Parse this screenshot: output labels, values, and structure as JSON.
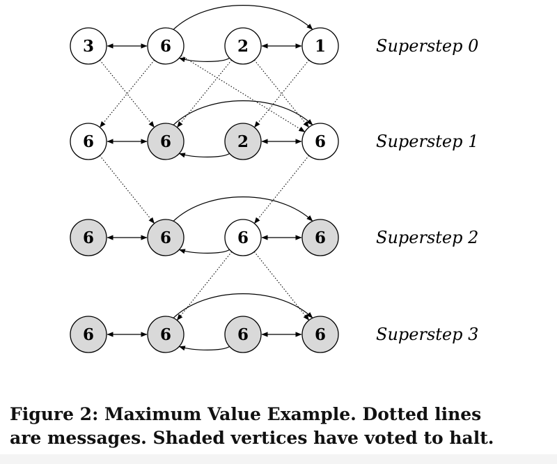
{
  "diagram": {
    "states": [
      {
        "label": "Superstep 0",
        "values": [
          "3",
          "6",
          "2",
          "1"
        ],
        "halted": [
          false,
          false,
          false,
          false
        ]
      },
      {
        "label": "Superstep 1",
        "values": [
          "6",
          "6",
          "2",
          "6"
        ],
        "halted": [
          false,
          true,
          true,
          false
        ]
      },
      {
        "label": "Superstep 2",
        "values": [
          "6",
          "6",
          "6",
          "6"
        ],
        "halted": [
          true,
          true,
          false,
          true
        ]
      },
      {
        "label": "Superstep 3",
        "values": [
          "6",
          "6",
          "6",
          "6"
        ],
        "halted": [
          true,
          true,
          true,
          true
        ]
      }
    ],
    "colors": {
      "halted_fill": "#d9d9d9",
      "active_fill": "#ffffff",
      "stroke": "#000000"
    },
    "messages": [
      [
        [
          0,
          1
        ],
        [
          1,
          0
        ],
        [
          1,
          3
        ],
        [
          2,
          1
        ],
        [
          2,
          3
        ],
        [
          3,
          2
        ]
      ],
      [
        [
          0,
          1
        ],
        [
          3,
          2
        ]
      ],
      [
        [
          2,
          1
        ],
        [
          2,
          3
        ]
      ]
    ]
  },
  "caption": {
    "line1": "Figure 2:  Maximum Value Example.  Dotted lines",
    "line2": "are messages. Shaded vertices have voted to halt."
  }
}
